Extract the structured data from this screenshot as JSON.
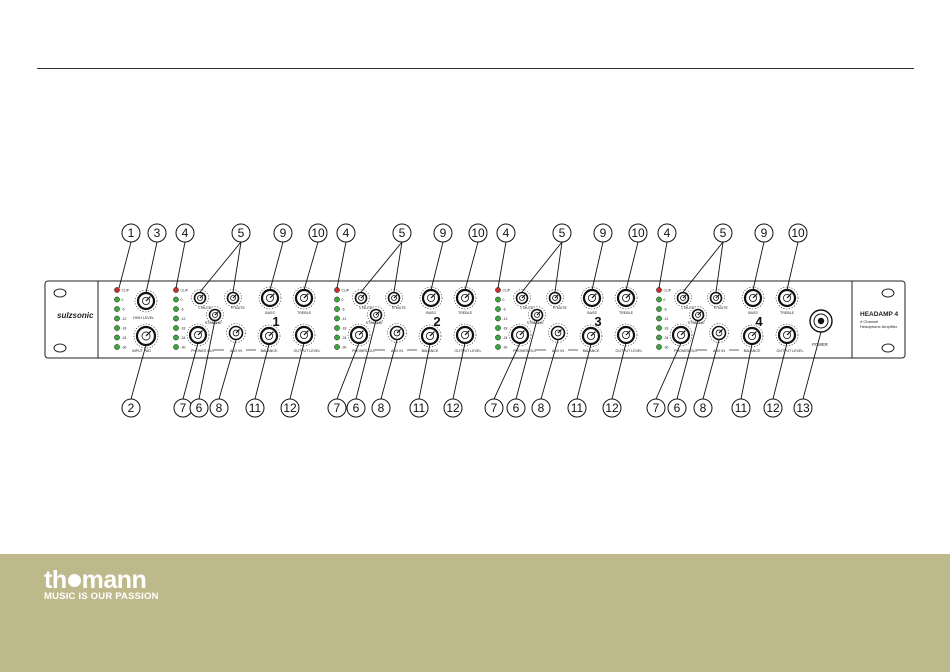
{
  "device": {
    "logo": "sulzsonic",
    "model": "HEADAMP 4",
    "subtitle1": "4 Channel",
    "subtitle2": "Headphone Amplifier",
    "power_label": "POWER",
    "input_label": "INPUT PAD",
    "high_level_label": "HIGH LEVEL",
    "led_labels": [
      "CLIP",
      "0",
      "-6",
      "-12",
      "-18",
      "-24",
      "-30"
    ],
    "knob_labels": {
      "l_mute": "L MUTE",
      "r_mute": "R MUTE",
      "bass": "BASS",
      "treble": "TREBLE",
      "stereo_mono": "ST/MONO",
      "phones": "PHONES OUT",
      "aux_in": "AUX IN",
      "balance": "BALANCE",
      "output_level": "OUTPUT LEVEL"
    },
    "channels": [
      "1",
      "2",
      "3",
      "4"
    ]
  },
  "callouts": {
    "top": [
      "1",
      "3",
      "4",
      "5",
      "9",
      "10",
      "4",
      "5",
      "9",
      "10",
      "4",
      "5",
      "9",
      "10",
      "4",
      "5",
      "9",
      "10"
    ],
    "bottom": [
      "2",
      "7",
      "6",
      "8",
      "11",
      "12",
      "7",
      "6",
      "8",
      "11",
      "12",
      "7",
      "6",
      "8",
      "11",
      "12",
      "7",
      "6",
      "8",
      "11",
      "12",
      "13"
    ]
  },
  "footer": {
    "brand_left": "th",
    "brand_right": "mann",
    "tagline": "MUSIC IS OUR PASSION",
    "color": "#bdb98a"
  }
}
